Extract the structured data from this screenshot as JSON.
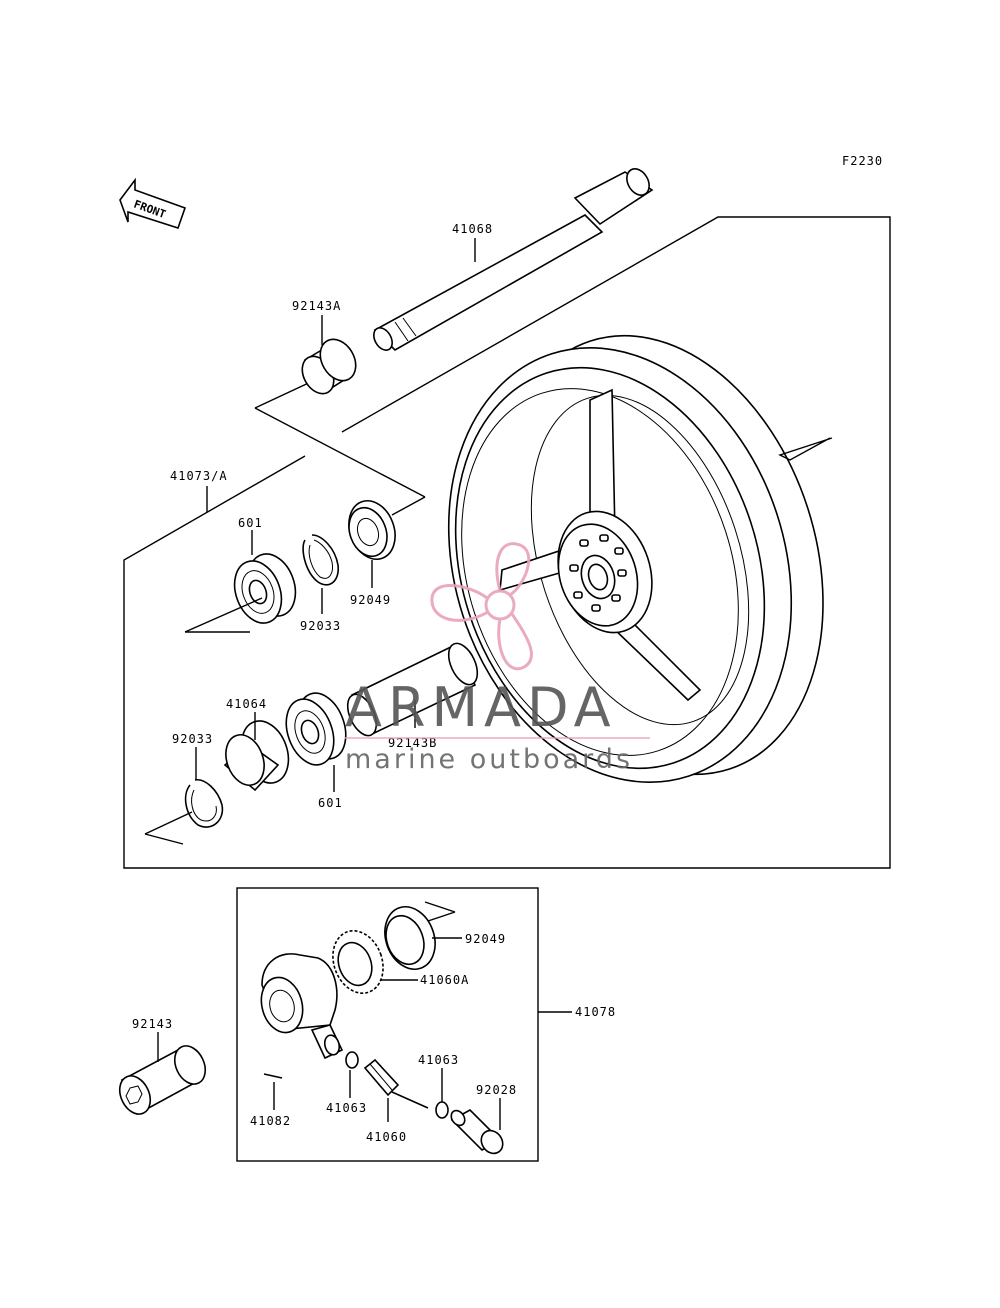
{
  "figure_code": "F2230",
  "front_label": "FRONT",
  "parts": {
    "axle": "41068",
    "collar_a": "92143A",
    "wheel_assy": "41073/A",
    "bearing_top": "601",
    "circlip_top": "92033",
    "seal_top": "92049",
    "collar_b": "92143B",
    "hub_ring": "41064",
    "circlip_bottom": "92033",
    "bearing_bottom": "601",
    "collar": "92143",
    "gear_seal": "92049",
    "gear_a": "41060A",
    "gearbox_assy": "41078",
    "washer_right": "41063",
    "cap": "92028",
    "pin": "41082",
    "washer_left": "41063",
    "pinion": "41060"
  },
  "watermark": {
    "title": "ARMADA",
    "subtitle": "marine outboards",
    "accent_color": "#e8a3b9"
  }
}
